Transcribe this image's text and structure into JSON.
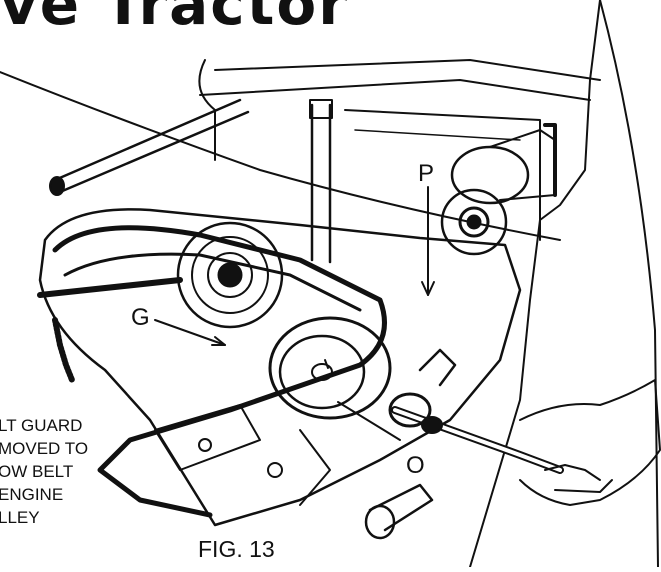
{
  "header": {
    "title_fragment": "ve Tractor"
  },
  "callouts": {
    "p": "P",
    "g": "G",
    "o": "O"
  },
  "note": {
    "lines": [
      "LT GUARD",
      "MOVED TO",
      "OW BELT",
      "ENGINE",
      "LLEY"
    ]
  },
  "figure": {
    "caption": "FIG. 13"
  },
  "colors": {
    "ink": "#111111",
    "paper": "#ffffff"
  }
}
